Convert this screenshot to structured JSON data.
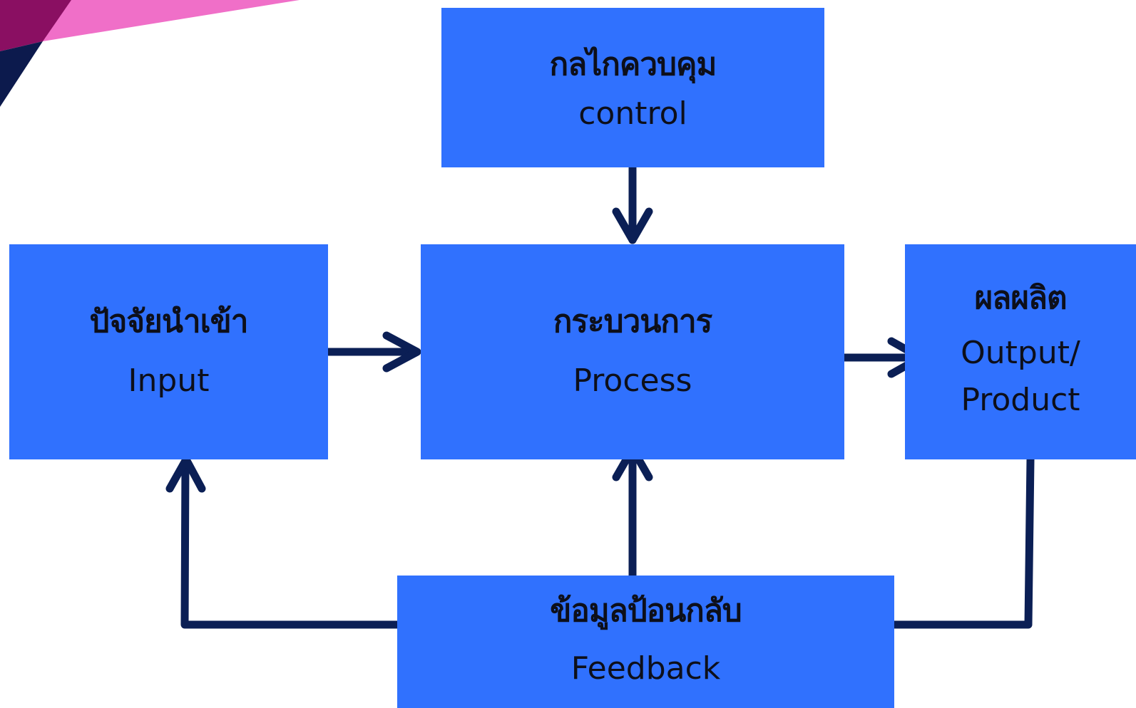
{
  "colors": {
    "box_fill": "#3071fe",
    "arrow": "#0b1f55",
    "text": "#0d0f1a",
    "decor_pink": "#f06fc8",
    "decor_magenta": "#8a0f62",
    "decor_navy": "#0c1a4d"
  },
  "boxes": {
    "control": {
      "thai": "กลไกควบคุม",
      "en": "control"
    },
    "input": {
      "thai": "ปัจจัยนำเข้า",
      "en": "Input"
    },
    "process": {
      "thai": "กระบวนการ",
      "en": "Process"
    },
    "output": {
      "thai": "ผลผลิต",
      "en_line1": "Output/",
      "en_line2": "Product"
    },
    "feedback": {
      "thai": "ข้อมูลป้อนกลับ",
      "en": "Feedback"
    }
  },
  "connections": [
    {
      "from": "control",
      "to": "process"
    },
    {
      "from": "input",
      "to": "process"
    },
    {
      "from": "process",
      "to": "output"
    },
    {
      "from": "feedback",
      "to": "process"
    },
    {
      "from": "feedback",
      "to": "input"
    },
    {
      "from": "output",
      "to": "feedback"
    }
  ]
}
